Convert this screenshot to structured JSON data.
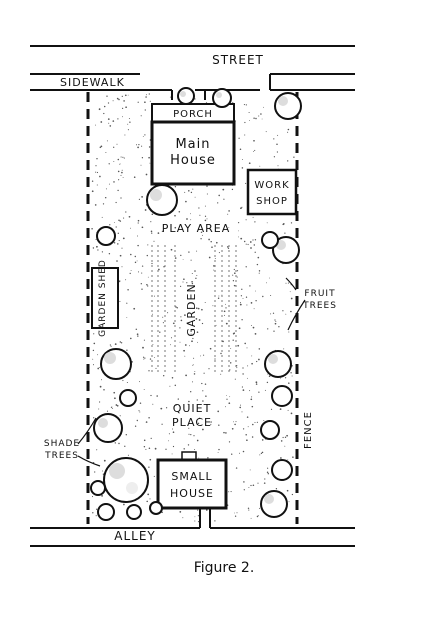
{
  "labels": {
    "street": "STREET",
    "sidewalk": "SIDEWALK",
    "porch": "PORCH",
    "main_house_line1": "Main",
    "main_house_line2": "House",
    "work_shop_line1": "WORK",
    "work_shop_line2": "SHOP",
    "play_area": "PLAY AREA",
    "garden_shed": "GARDEN SHED",
    "garden": "GARDEN",
    "fruit_trees_line1": "FRUIT",
    "fruit_trees_line2": "TREES",
    "quiet_place_line1": "QUIET",
    "quiet_place_line2": "PLACE",
    "shade_trees_line1": "SHADE",
    "shade_trees_line2": "TREES",
    "fence": "FENCE",
    "small_house_line1": "SMALL",
    "small_house_line2": "HOUSE",
    "alley": "ALLEY"
  },
  "caption": "Figure 2."
}
